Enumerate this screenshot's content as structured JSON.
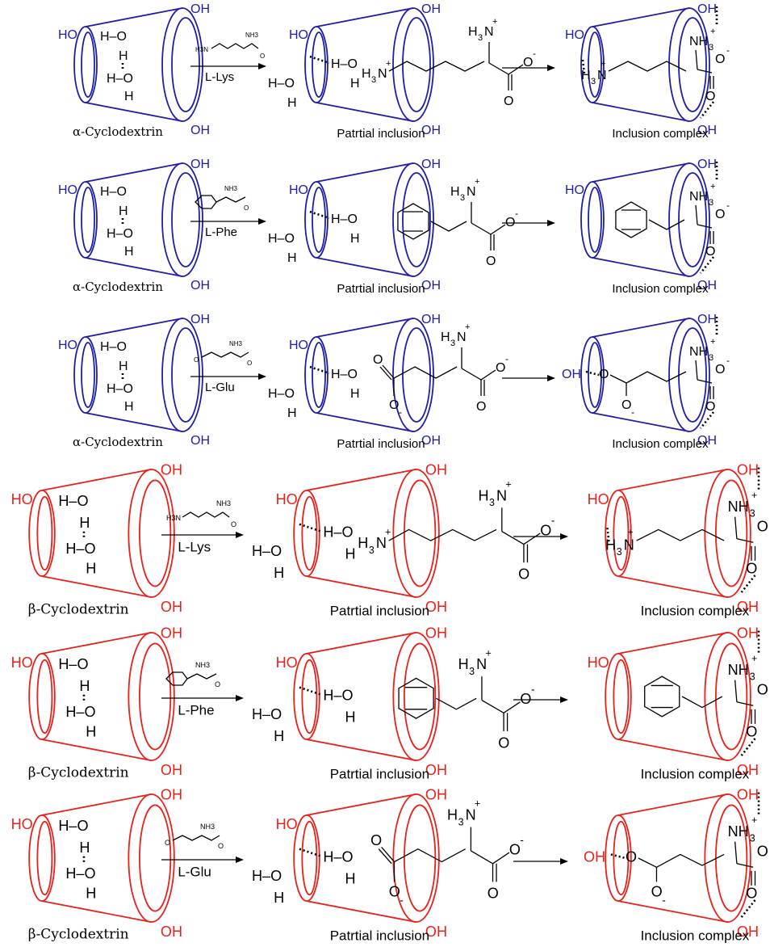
{
  "colors": {
    "alpha": "#1f1fa6",
    "beta": "#e8211b",
    "ink": "#000000"
  },
  "labels": {
    "hydroxyl": "OH",
    "hydroxyl_left": "HO",
    "water_h": "H",
    "water_o": "O",
    "water_bond": "H–O",
    "partial": "Patrtial inclusion",
    "complex": "Inclusion complex",
    "ammonium": "H",
    "ammonium_sub": "3",
    "ammonium_n": "N",
    "plus": "+",
    "minus": "-",
    "carboxyl_o": "O",
    "nh": "NH",
    "nh3_sub": "3",
    "n": "N"
  },
  "rows": [
    {
      "host": "α-Cyclodextrin",
      "guest": "L-Lys",
      "color": "#1f1fa6",
      "size": "alpha"
    },
    {
      "host": "α-Cyclodextrin",
      "guest": "L-Phe",
      "color": "#1f1fa6",
      "size": "alpha"
    },
    {
      "host": "α-Cyclodextrin",
      "guest": "L-Glu",
      "color": "#1f1fa6",
      "size": "alpha"
    },
    {
      "host": "β-Cyclodextrin",
      "guest": "L-Lys",
      "color": "#e8211b",
      "size": "beta"
    },
    {
      "host": "β-Cyclodextrin",
      "guest": "L-Phe",
      "color": "#e8211b",
      "size": "beta"
    },
    {
      "host": "β-Cyclodextrin",
      "guest": "L-Glu",
      "color": "#e8211b",
      "size": "beta"
    }
  ]
}
